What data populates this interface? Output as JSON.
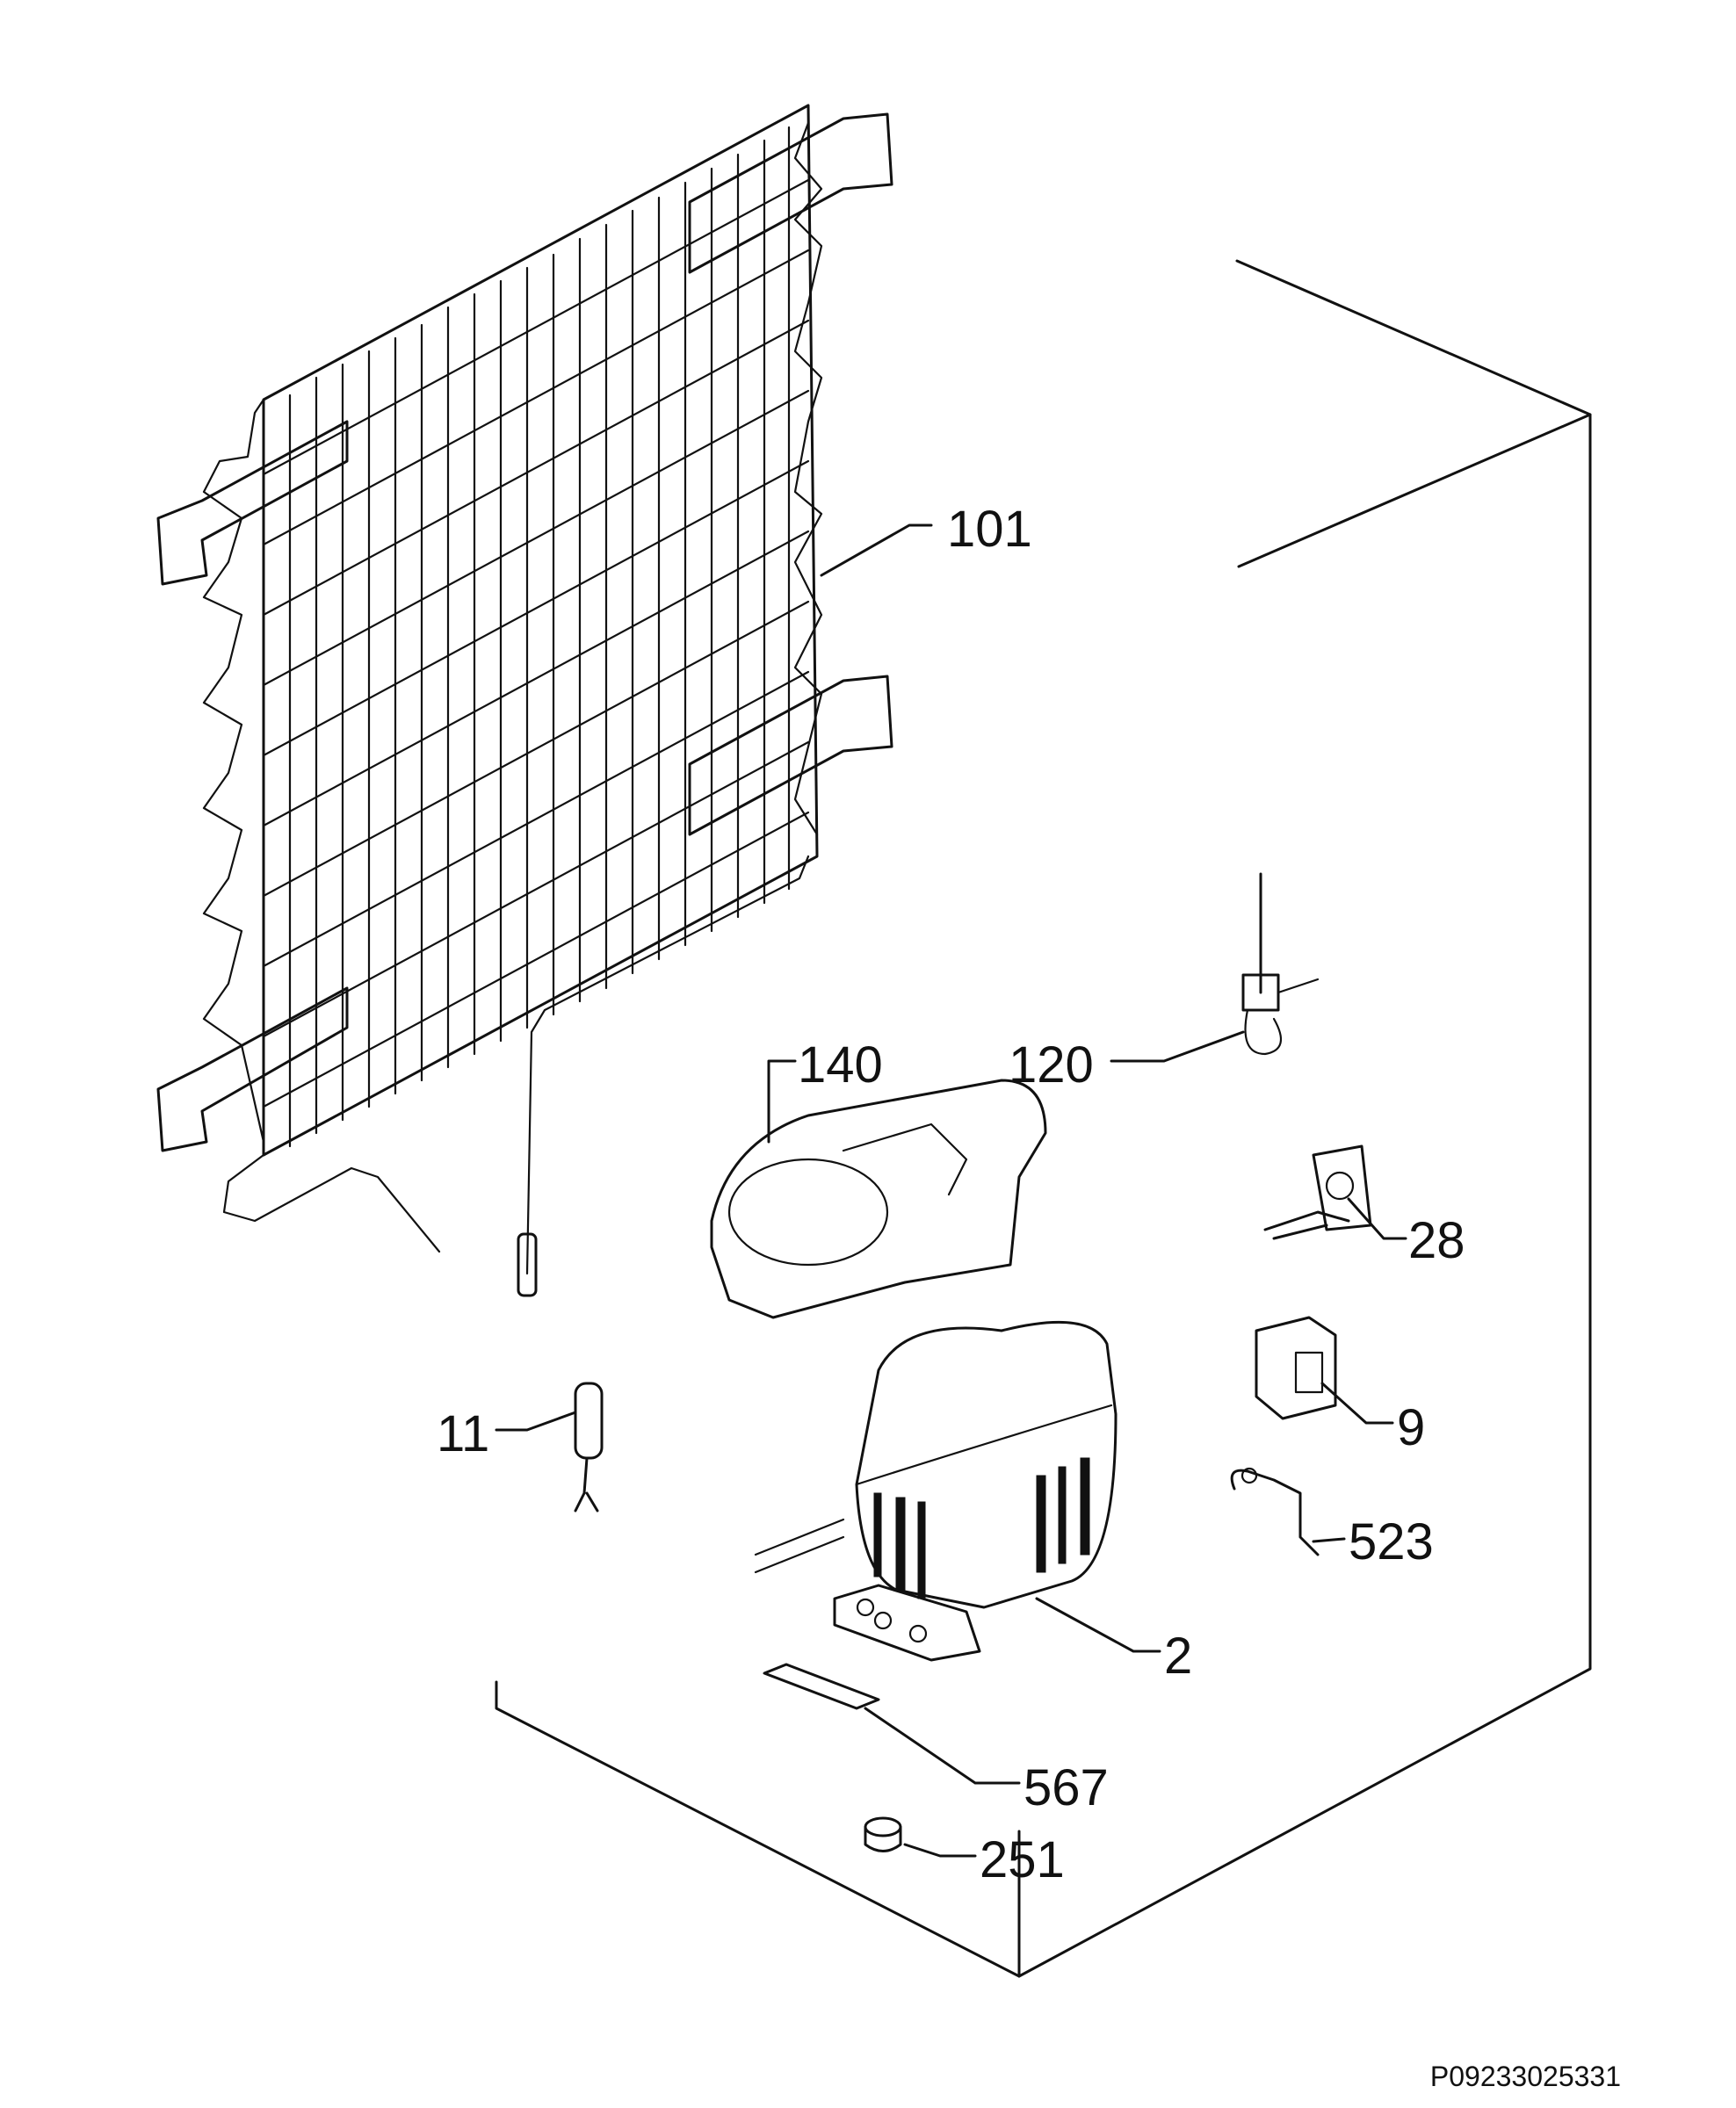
{
  "diagram": {
    "code": "P09233025331",
    "parts": [
      {
        "id": "condenser",
        "label": "101"
      },
      {
        "id": "compressor-cover",
        "label": "140"
      },
      {
        "id": "relay-sensor",
        "label": "120"
      },
      {
        "id": "bracket-clip",
        "label": "28"
      },
      {
        "id": "relay",
        "label": "9"
      },
      {
        "id": "clamp-bracket",
        "label": "523"
      },
      {
        "id": "compressor",
        "label": "2"
      },
      {
        "id": "drier-filter",
        "label": "11"
      },
      {
        "id": "mounting-plate",
        "label": "567"
      },
      {
        "id": "rubber-grommet",
        "label": "251"
      }
    ]
  }
}
